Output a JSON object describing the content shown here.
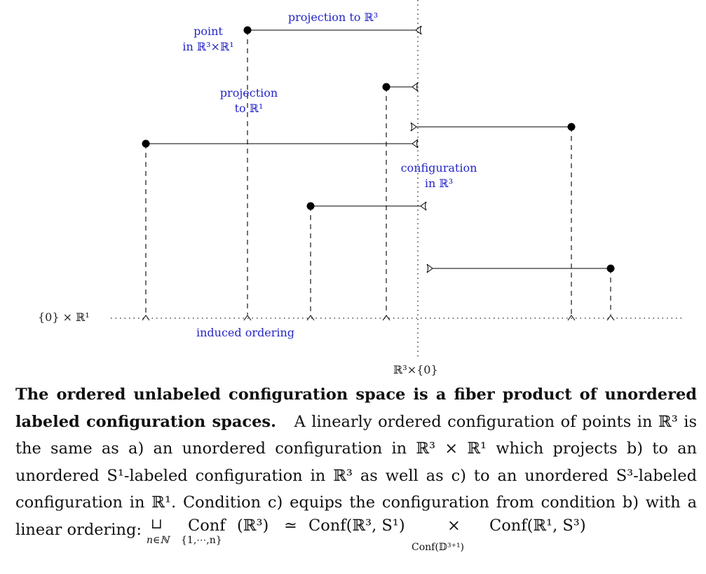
{
  "labels": {
    "point_line1": "point",
    "point_line2": "in ℝ³×ℝ¹",
    "projection_r3": "projection to ℝ³",
    "projection_r1_line1": "projection",
    "projection_r1_line2": "to ℝ¹",
    "configuration_line1": "configuration",
    "configuration_line2": "in ℝ³",
    "induced_ordering": "induced ordering",
    "axis_r1": "{0} × ℝ¹",
    "axis_r3": "ℝ³×{0}"
  },
  "caption": {
    "title": "The ordered unlabeled configuration space is a fiber product of unordered labeled configuration spaces.",
    "body": "A linearly ordered configuration of points in ℝ³ is the same as a) an unordered configuration in ℝ³ × ℝ¹ which projects b) to an unordered S¹-labeled configuration in ℝ³ as well as c) to an unordered S³-labeled configuration in ℝ¹. Condition c) equips the configuration from condition b) with a linear ordering:"
  },
  "formula": {
    "coproduct": "⊔",
    "coproduct_sub": "n∈ℕ",
    "conf_left": "Conf",
    "conf_left_sub": "{1,⋯,n}",
    "conf_left_arg": "(ℝ³)",
    "equiv": "≃",
    "conf_mid": "Conf(ℝ³, S¹)",
    "times": "×",
    "times_sub": "Conf(𝔻³⁺¹)",
    "conf_right": "Conf(ℝ¹, S³)"
  },
  "colors": {
    "label_blue": "#2525c8",
    "ink": "#111111"
  }
}
